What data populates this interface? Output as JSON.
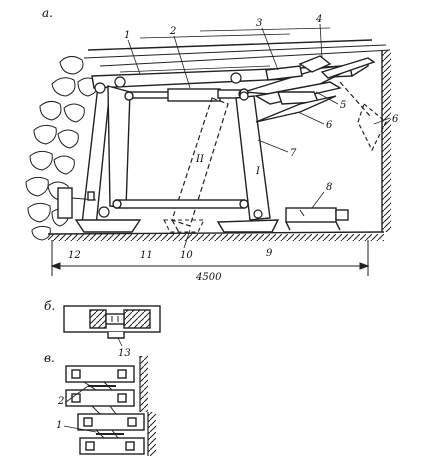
{
  "figure": {
    "view_labels": {
      "a": "а.",
      "b": "б.",
      "v": "в."
    },
    "part_labels": {
      "p1": "1",
      "p2": "2",
      "p3": "3",
      "p4": "4",
      "p5": "5",
      "p6a": "6",
      "p6b": "6",
      "p7": "7",
      "p8": "8",
      "p9": "9",
      "p10": "10",
      "p11": "11",
      "p12": "12",
      "pI": "I",
      "pII": "II"
    },
    "dimension": "4500",
    "detail_b_label": "13",
    "detail_v_labels": {
      "v2": "2",
      "v1": "1"
    }
  }
}
